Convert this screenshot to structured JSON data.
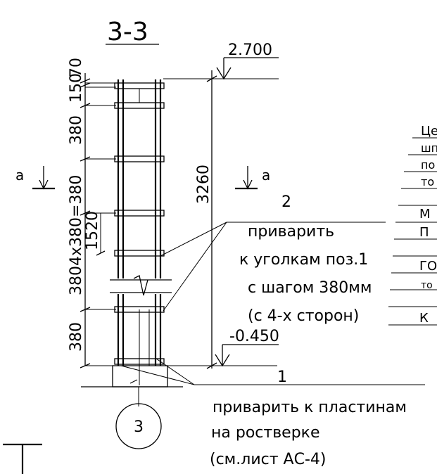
{
  "section": {
    "title": "3-3"
  },
  "elevations": {
    "top": "2.700",
    "bottom": "-0.450"
  },
  "dimensions_left": {
    "d70": "70",
    "d150": "150",
    "d380_top": "380",
    "d3804": "3804x380=380",
    "d1520": "1520",
    "d380_bottom": "380"
  },
  "dimension_total": "3260",
  "view_marks": {
    "left": "a",
    "right": "a"
  },
  "callout_2": {
    "number": "2",
    "lines": [
      "приварить",
      "к уголкам поз.1",
      "с шагом 380мм",
      "(с 4-х сторон)"
    ]
  },
  "callout_1": {
    "number": "1",
    "lines": [
      "приварить к пластинам",
      "на ростверке",
      "(см.лист АС-4)"
    ]
  },
  "detail_bubble": "3",
  "table_partial": {
    "rows": [
      "Це",
      "шп",
      "по",
      "то",
      "М",
      "П",
      "ГО",
      "то",
      "К"
    ]
  }
}
